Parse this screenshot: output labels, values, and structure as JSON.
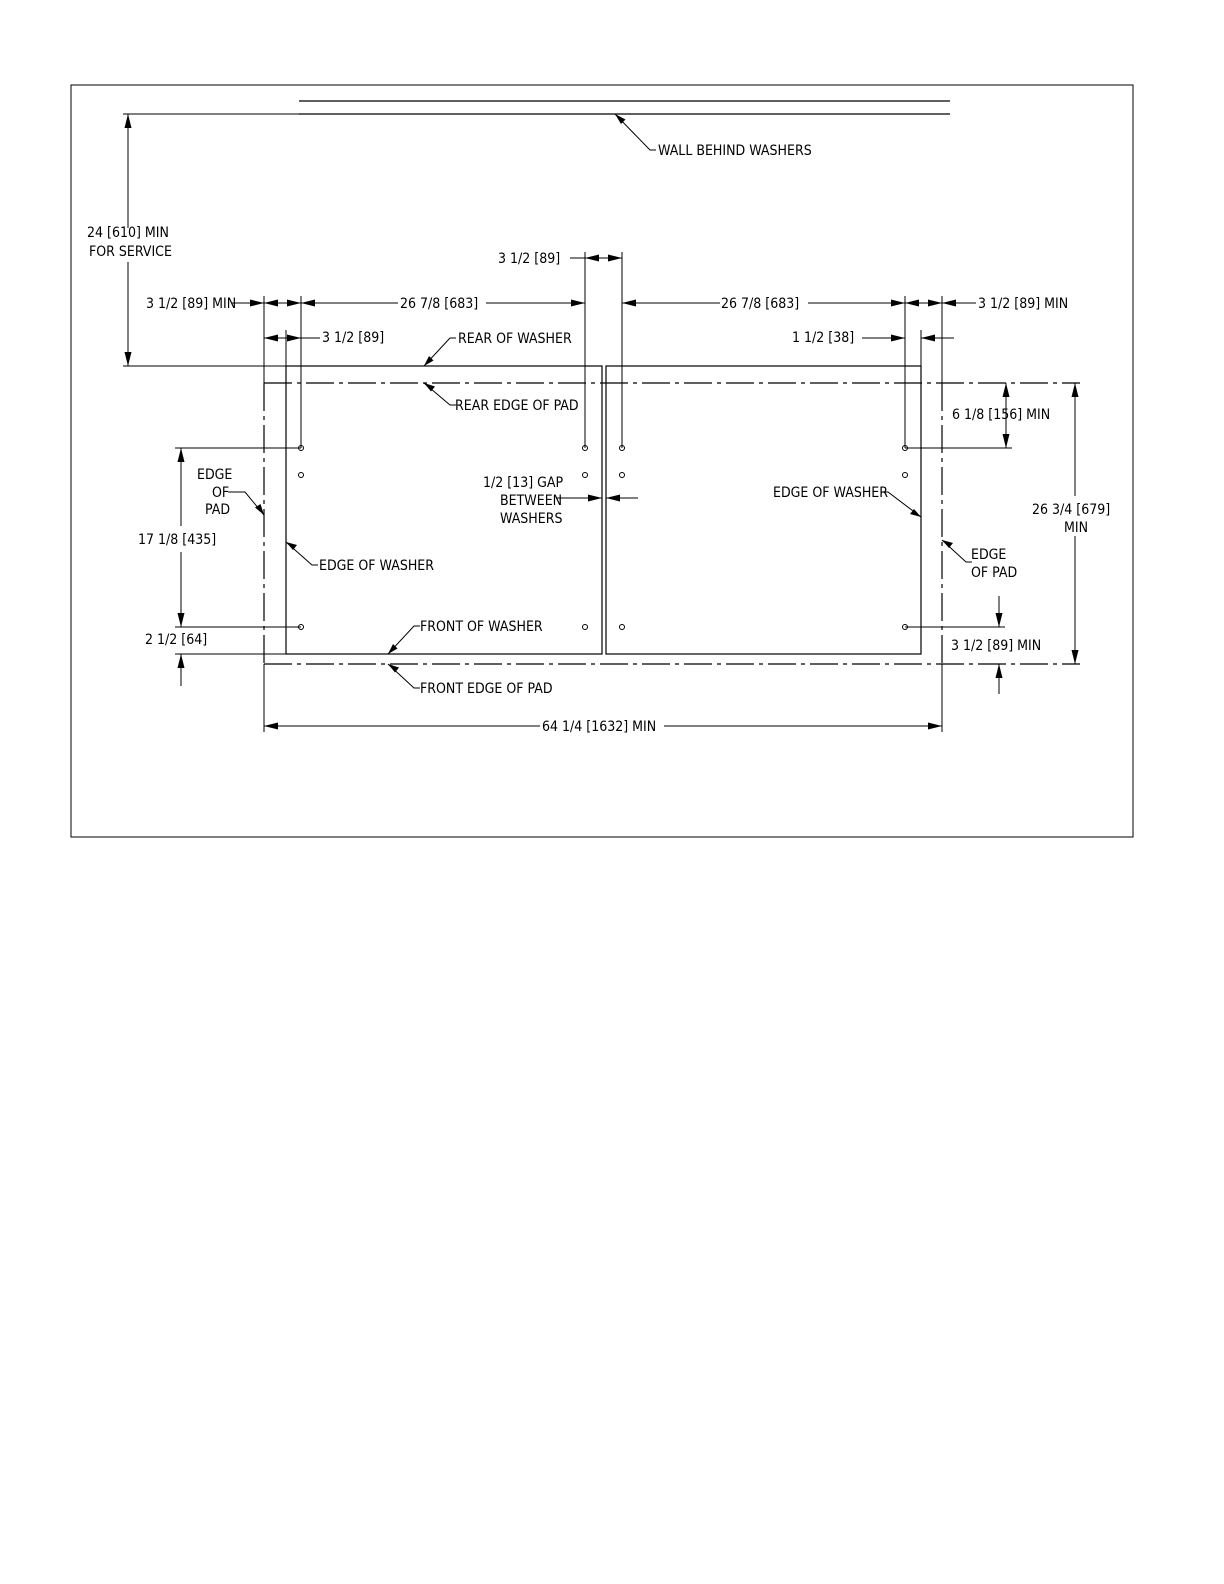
{
  "labels": {
    "wall_behind_washers": "WALL BEHIND WASHERS",
    "service_dim_line1": "24 [610] MIN",
    "service_dim_line2": "FOR SERVICE",
    "dim_3_5_89_top": "3 1/2 [89]",
    "dim_left_outer": "3 1/2 [89] MIN",
    "dim_left_width": "26 7/8 [683]",
    "dim_right_width": "26 7/8 [683]",
    "dim_right_outer": "3 1/2 [89] MIN",
    "dim_left_inner": "3 1/2 [89]",
    "rear_of_washer": "REAR OF WASHER",
    "dim_1_5_38": "1 1/2 [38]",
    "rear_edge_of_pad": "REAR EDGE OF PAD",
    "dim_6_1_8": "6 1/8 [156] MIN",
    "edge_of_pad_left_1": "EDGE",
    "edge_of_pad_left_2": "OF",
    "edge_of_pad_left_3": "PAD",
    "gap_line1": "1/2 [13] GAP",
    "gap_line2": "BETWEEN",
    "gap_line3": "WASHERS",
    "edge_of_washer_right": "EDGE OF WASHER",
    "dim_26_3_4_line1": "26 3/4 [679]",
    "dim_26_3_4_line2": "MIN",
    "dim_17_1_8": "17 1/8 [435]",
    "edge_of_washer_left": "EDGE OF WASHER",
    "edge_of_pad_right_1": "EDGE",
    "edge_of_pad_right_2": "OF PAD",
    "front_of_washer": "FRONT OF WASHER",
    "dim_2_5_64": "2 1/2 [64]",
    "dim_3_5_89_min_right": "3 1/2 [89] MIN",
    "front_edge_of_pad": "FRONT EDGE OF PAD",
    "dim_total_width": "64 1/4 [1632] MIN"
  }
}
